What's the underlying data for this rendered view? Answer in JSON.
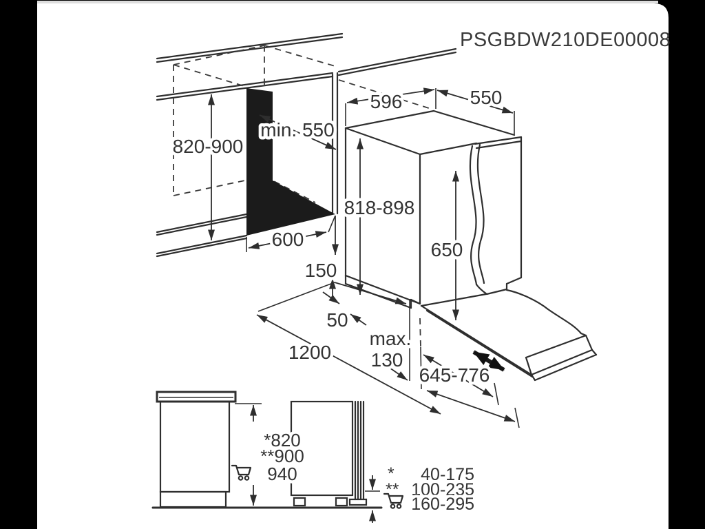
{
  "title": "PSGBDW210DE00008",
  "colors": {
    "letterbox": "#000000",
    "paper": "#ffffff",
    "top_strip": "#dedede",
    "line": "#2e2e2e",
    "niche_fill": "#1b1b1b"
  },
  "main_diagram": {
    "niche_height": "820-900",
    "niche_depth": "min. 550",
    "niche_width": "600",
    "appliance_width": "596",
    "appliance_depth": "550",
    "appliance_height": "818-898",
    "door_panel_height": "650",
    "plinth_height": "150",
    "plinth_gap": "50",
    "front_clearance": "1200",
    "protrusion_line1": "max.",
    "protrusion_line2": "130",
    "panel_slide_range": "645-776"
  },
  "side_views": {
    "height_star": "*820",
    "height_double_star": "**900",
    "height_cart": "940"
  },
  "legend": {
    "rows": [
      {
        "marker": "*",
        "value": "40-175"
      },
      {
        "marker": "**",
        "value": "100-235"
      },
      {
        "marker": "cart-icon",
        "value": "160-295"
      }
    ]
  }
}
